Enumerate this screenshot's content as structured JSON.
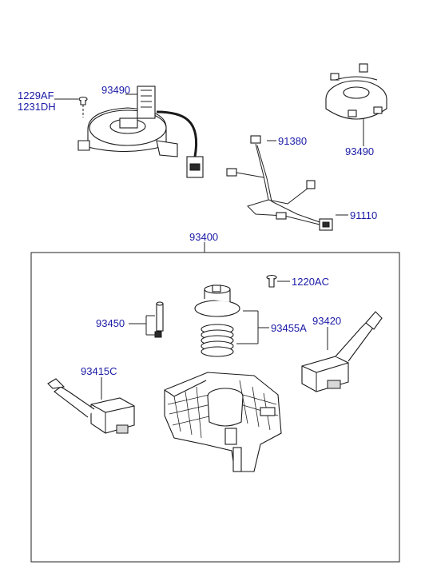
{
  "labels": {
    "l1229af": "1229AF",
    "l1231dh": "1231DH",
    "l93490a": "93490",
    "l93490b": "93490",
    "l91380": "91380",
    "l91110": "91110",
    "l93400": "93400",
    "l1220ac": "1220AC",
    "l93450": "93450",
    "l93455a": "93455A",
    "l93420": "93420",
    "l93415c": "93415C"
  },
  "colors": {
    "label": "#1a1aa6",
    "line": "#222222"
  }
}
